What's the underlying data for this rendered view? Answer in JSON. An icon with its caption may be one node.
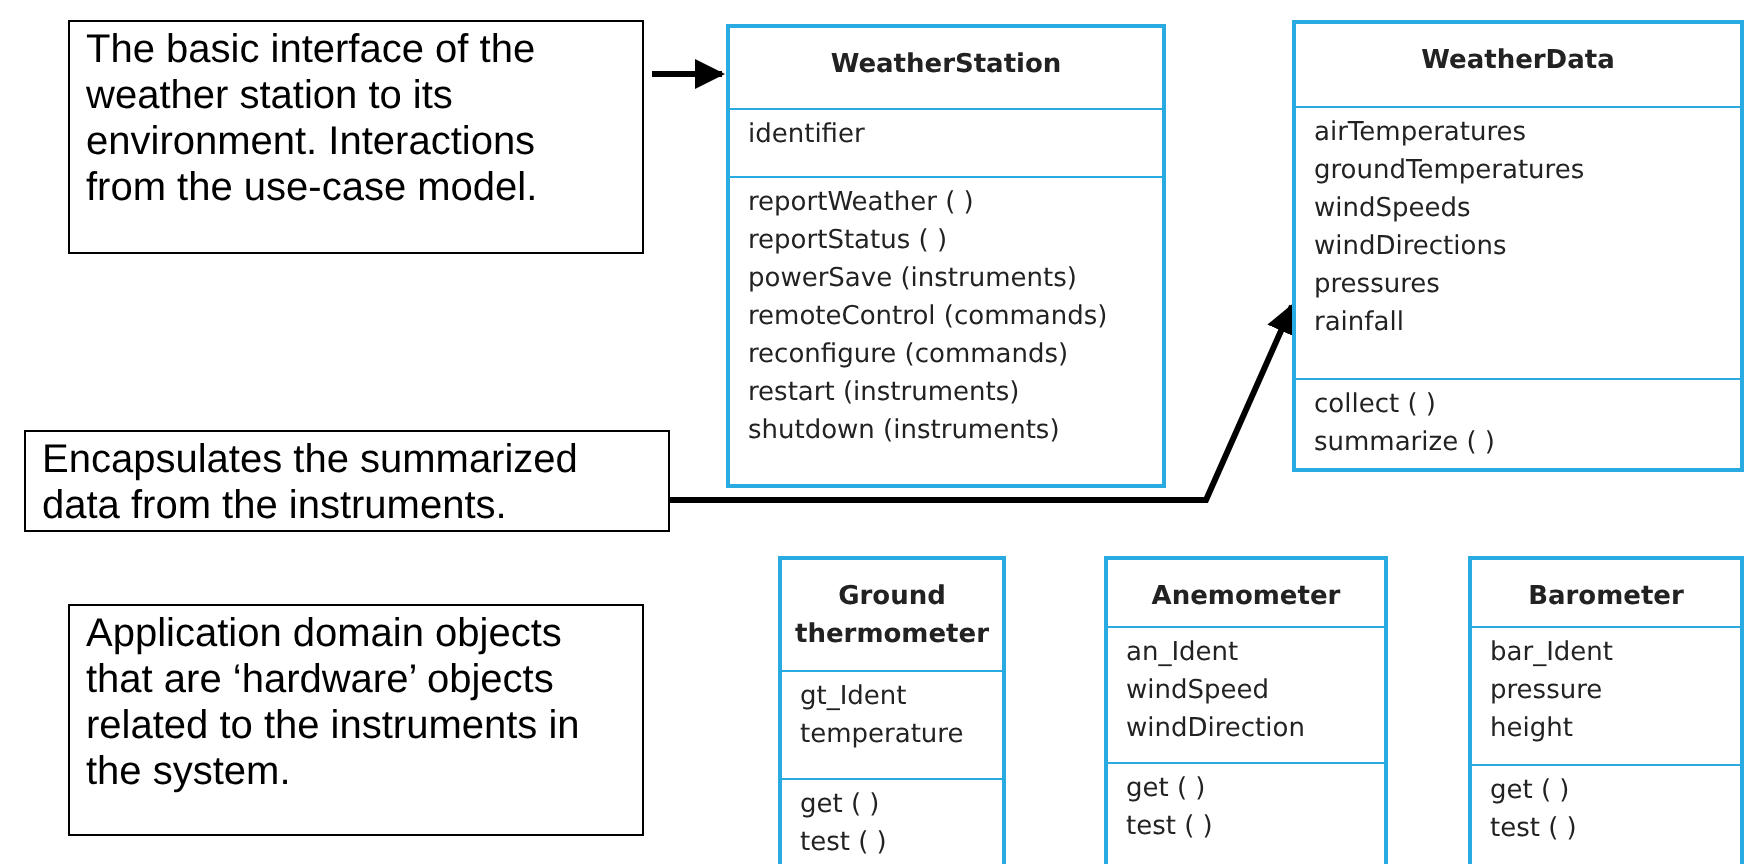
{
  "diagram": {
    "nodes": [
      {
        "text": [
          "The basic interface of the weather station to its environment. Interactions from the use-case model."
        ]
      },
      {
        "text": [
          "WeatherStation",
          "identifier",
          "reportWeather ( )",
          "reportStatus ( )",
          "powerSave (instruments)",
          "remoteControl (commands)",
          "reconfigure (commands)",
          "restart (instruments)",
          "shutdown (instruments)"
        ]
      },
      {
        "text": [
          "WeatherData",
          "airTemperatures",
          "groundTemperatures",
          "windSpeeds",
          "windDirections",
          "pressures",
          "rainfall",
          "collect ( )",
          "summarize ( )"
        ]
      },
      {
        "text": [
          "Encapsulates the summarized data from the instruments."
        ]
      },
      {
        "text": [
          "Application domain objects that are ‘hardware’ objects related to the instruments in the system."
        ]
      },
      {
        "text": [
          "Ground thermometer",
          "gt_Ident",
          "temperature",
          "get ( )",
          "test ( )"
        ]
      },
      {
        "text": [
          "Anemometer",
          "an_Ident",
          "windSpeed",
          "windDirection",
          "get ( )",
          "test ( )"
        ]
      },
      {
        "text": [
          "Barometer",
          "bar_Ident",
          "pressure",
          "height",
          "get ( )",
          "test ( )"
        ]
      }
    ],
    "edges": [
      {
        "from": 0,
        "to": 1,
        "arrow": "to"
      },
      {
        "from": 3,
        "to": 2,
        "arrow": "to"
      }
    ]
  }
}
